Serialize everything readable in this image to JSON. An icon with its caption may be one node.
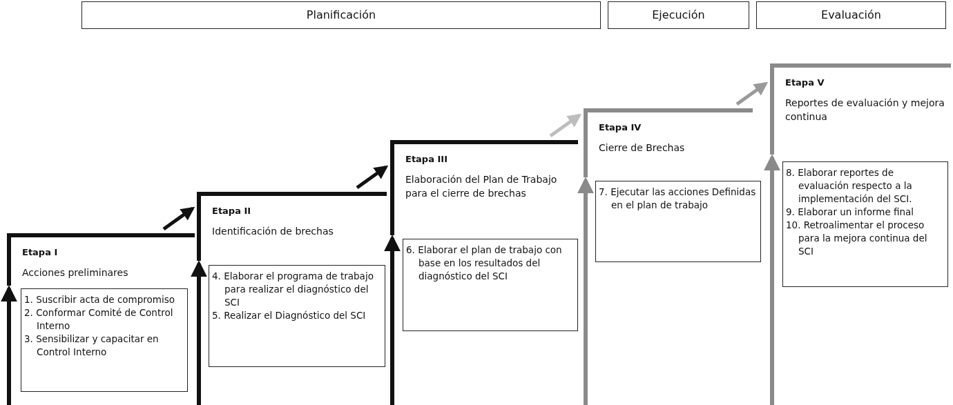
{
  "diagram": {
    "nodes": [
      {
        "text": [
          "Planificación"
        ]
      },
      {
        "text": [
          "Ejecución"
        ]
      },
      {
        "text": [
          "Evaluación"
        ]
      },
      {
        "text": [
          "Etapa I",
          "Acciones preliminares"
        ]
      },
      {
        "text": [
          "Etapa II",
          "Identificación de brechas"
        ]
      },
      {
        "text": [
          "Etapa III",
          "Elaboración del Plan de Trabajo para el cierre de brechas"
        ]
      },
      {
        "text": [
          "Etapa IV",
          "Cierre de Brechas"
        ]
      },
      {
        "text": [
          "Etapa V",
          "Reportes de evaluación y mejora continua"
        ]
      },
      {
        "text": [
          "1. Suscribir acta de compromiso",
          "2. Conformar Comité de Control Interno",
          "3. Sensibilizar y capacitar en Control Interno"
        ]
      },
      {
        "text": [
          "4. Elaborar el programa de trabajo para realizar el diagnóstico del SCI",
          "5. Realizar el Diagnóstico del SCI"
        ]
      },
      {
        "text": [
          "6. Elaborar el plan de trabajo con base en los resultados del diagnóstico del SCI"
        ]
      },
      {
        "text": [
          "7. Ejecutar las acciones Definidas en el plan de trabajo"
        ]
      },
      {
        "text": [
          "8. Elaborar reportes de evaluación respecto a la implementación del SCI.",
          "9. Elaborar un informe final",
          "10. Retroalimentar el proceso para la mejora continua del SCI"
        ]
      }
    ],
    "edges": [
      {
        "from": null,
        "to": 3,
        "arrow": "to"
      },
      {
        "from": null,
        "to": 4,
        "arrow": "to"
      },
      {
        "from": null,
        "to": 5,
        "arrow": "to"
      },
      {
        "from": null,
        "to": 6,
        "arrow": "to",
        "color": "#8a8a8a"
      },
      {
        "from": null,
        "to": 7,
        "arrow": "to",
        "color": "#8a8a8a"
      },
      {
        "from": 3,
        "to": 4,
        "arrow": "to"
      },
      {
        "from": 4,
        "to": 5,
        "arrow": "to"
      },
      {
        "from": 5,
        "to": 6,
        "arrow": "to",
        "color": "#bdbdbd"
      },
      {
        "from": 6,
        "to": 7,
        "arrow": "to",
        "color": "#9a9a9a"
      }
    ]
  }
}
